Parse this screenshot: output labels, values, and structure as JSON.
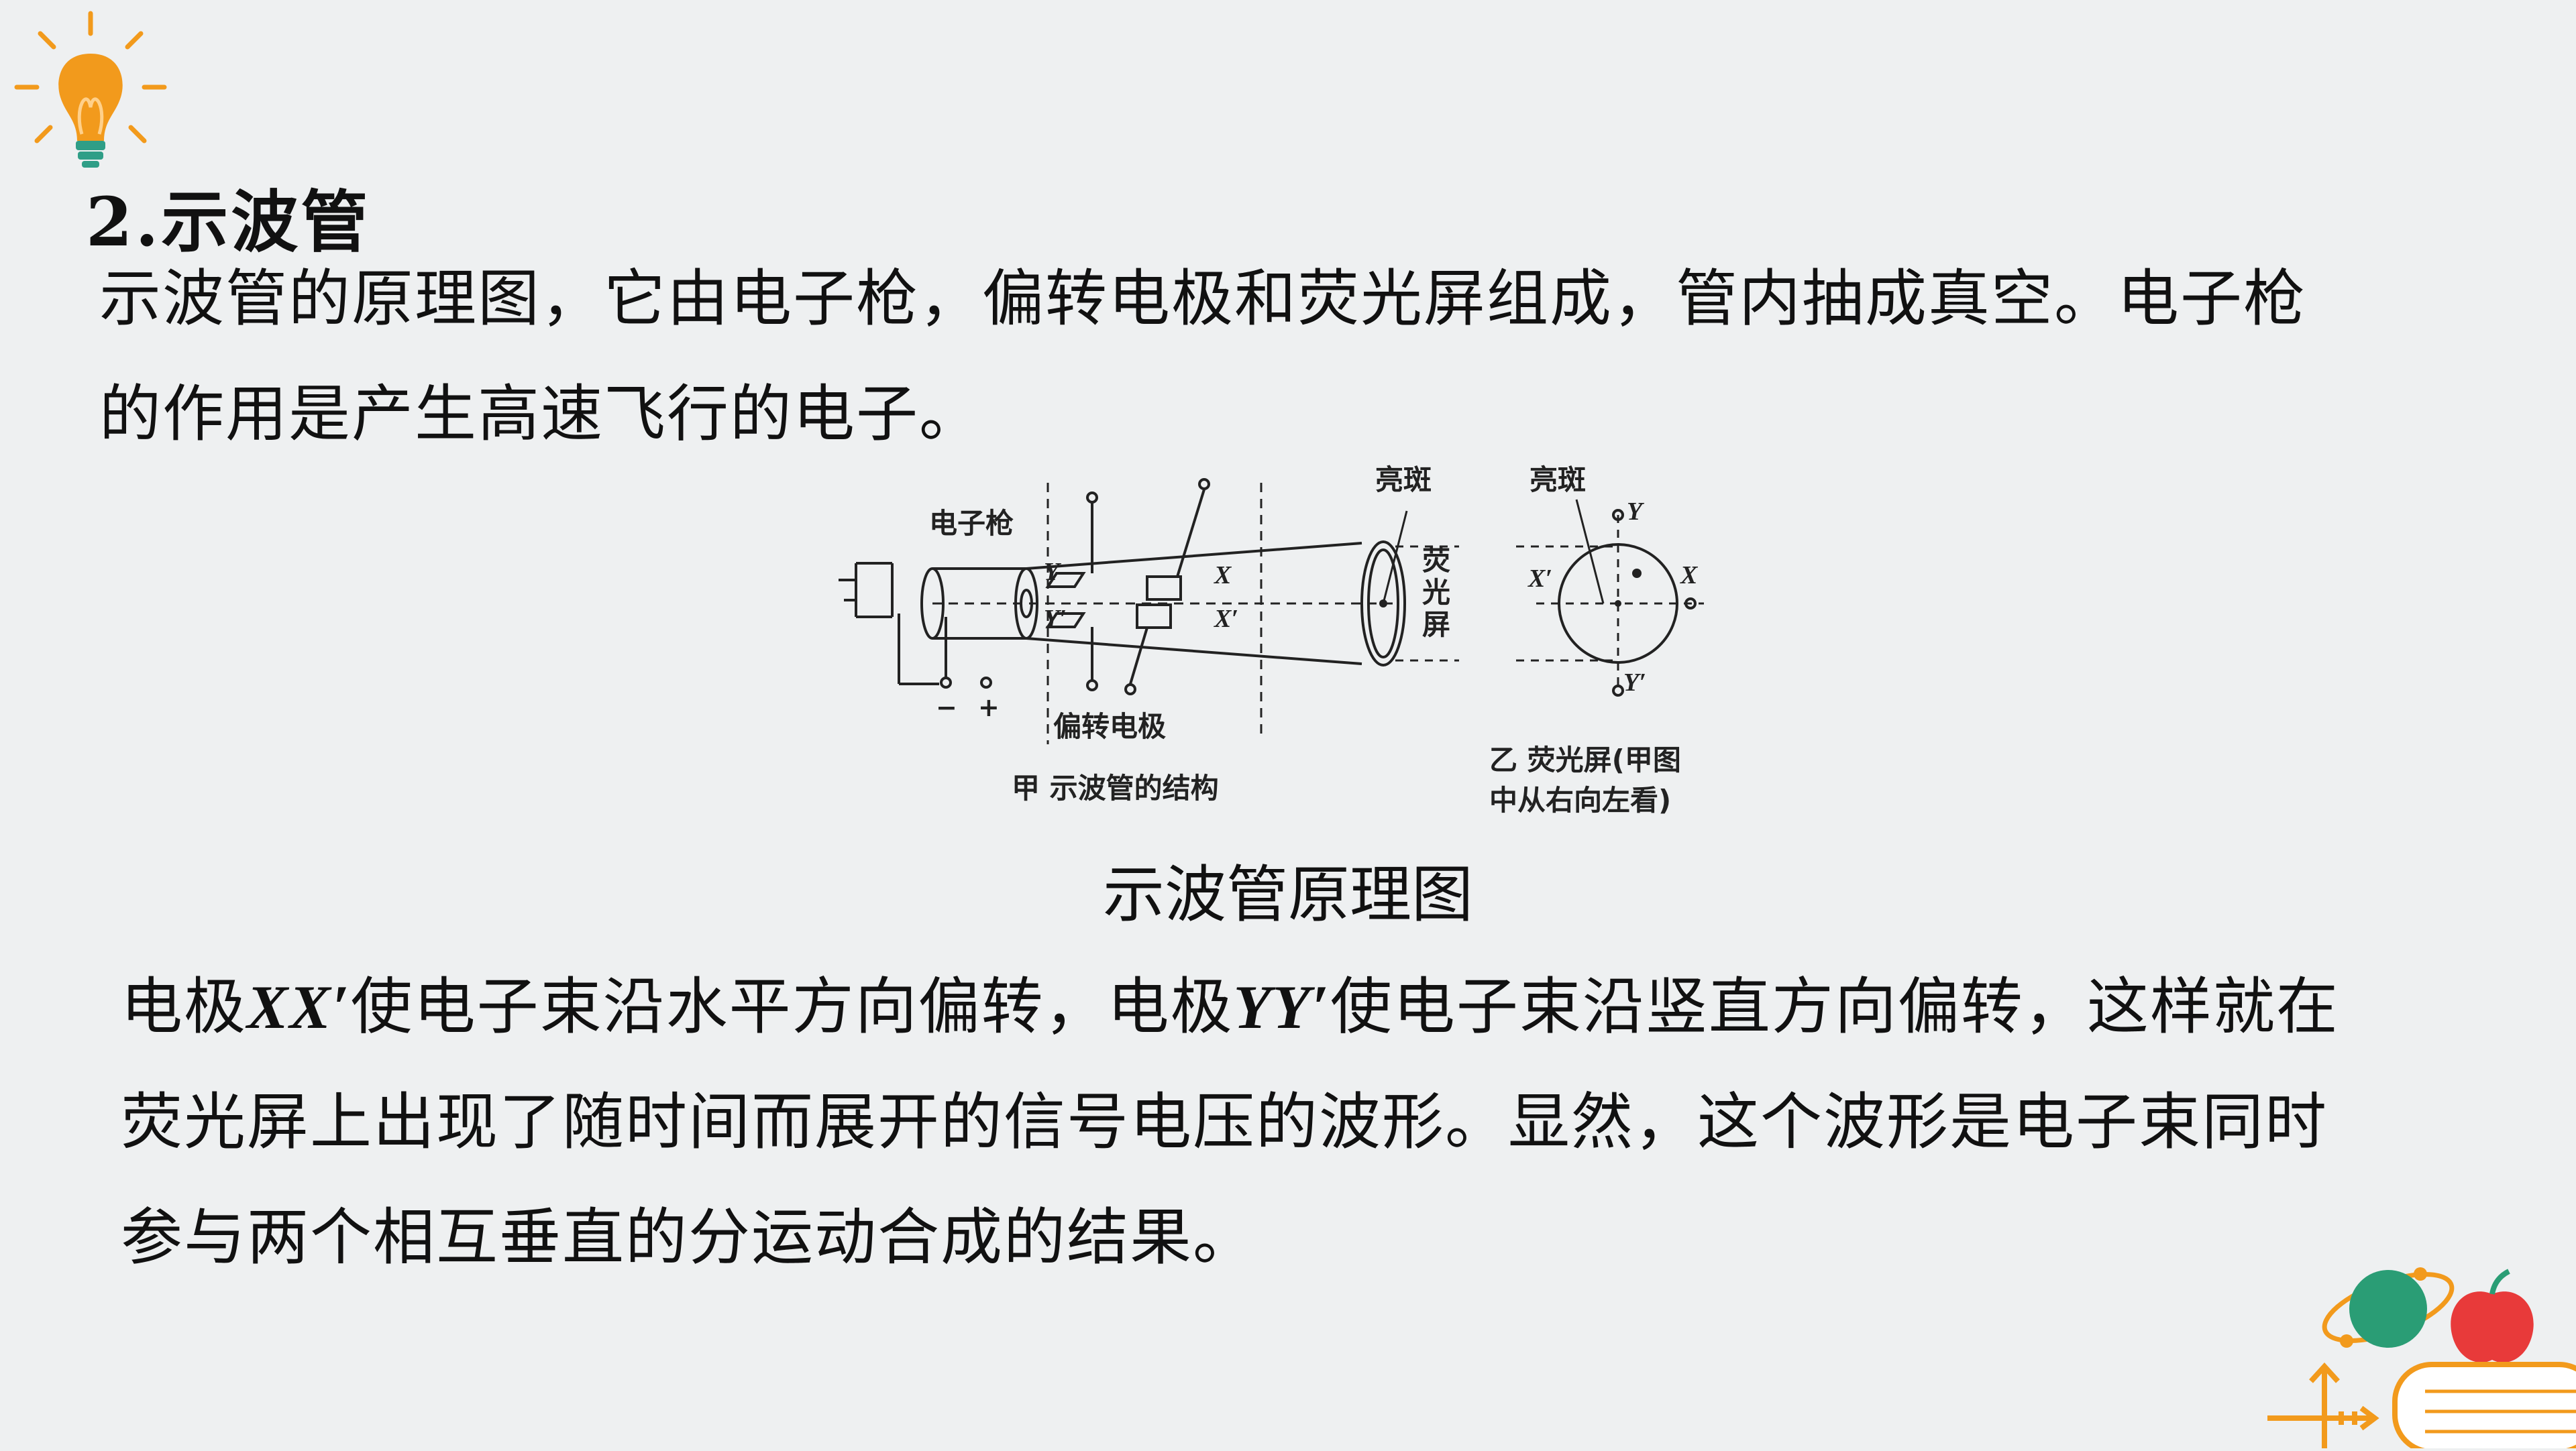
{
  "section": {
    "heading": "2.示波管"
  },
  "intro": {
    "line1": "示波管的原理图，它由电子枪，偏转电极和荧光屏组成，管内抽成真空。电子枪",
    "line2": "的作用是产生高速飞行的电子。"
  },
  "figure": {
    "caption": "示波管原理图",
    "labels": {
      "gun": "电子枪",
      "deflect": "偏转电极",
      "spot1": "亮斑",
      "screen": [
        "荧",
        "光",
        "屏"
      ],
      "y": "Y",
      "yp": "Y′",
      "x": "X",
      "xp": "X′",
      "minus": "−",
      "plus": "+",
      "sub_a": "甲 示波管的结构",
      "spot2": "亮斑",
      "sub_b1": "乙 荧光屏(甲图",
      "sub_b2": "中从右向左看)"
    }
  },
  "body": {
    "l1a": "电极",
    "l1b": "XX′",
    "l1c": "使电子束沿水平方向偏转，电极",
    "l1d": "YY′",
    "l1e": "使电子束沿竖直方向偏转，这样就在",
    "line2": "荧光屏上出现了随时间而展开的信号电压的波形。显然，这个波形是电子束同时",
    "line3": "参与两个相互垂直的分运动合成的结果。"
  },
  "colors": {
    "bulb": "#f29a1c",
    "bulb_base": "#2f9e87",
    "globe": "#2a9d75",
    "apple": "#e83a3a",
    "book": "#f29a1c",
    "background": "#eef0f1"
  },
  "icons": {
    "topleft": "lightbulb-icon",
    "bottomright": "school-supplies-icon"
  }
}
